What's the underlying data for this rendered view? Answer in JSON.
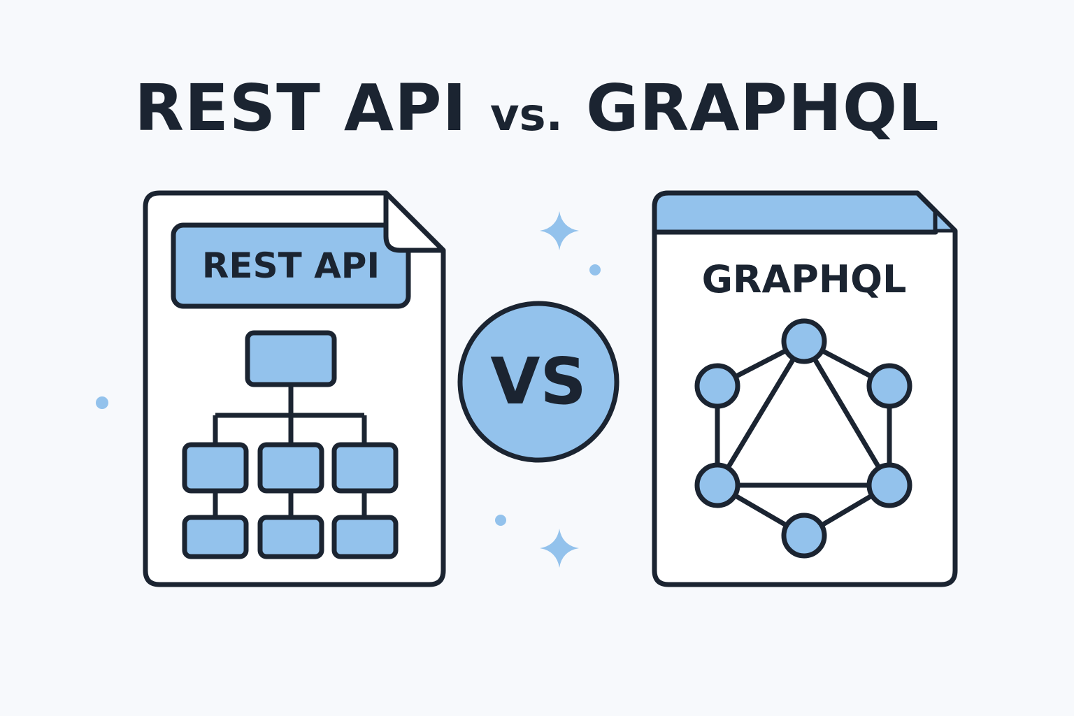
{
  "title": {
    "part1": "REST API",
    "part2": "vs.",
    "part3": "GRAPHQL"
  },
  "rest_card": {
    "label": "REST API"
  },
  "graphql_card": {
    "label": "GRAPHQL"
  },
  "vs_badge": {
    "label": "VS"
  },
  "colors": {
    "background": "#f7f9fc",
    "ink": "#1b2431",
    "accent": "#93c2ec"
  }
}
